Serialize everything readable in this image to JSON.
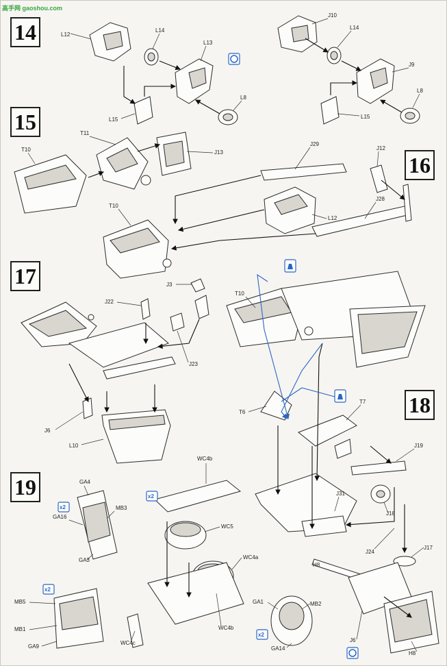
{
  "watermark": "高手网 gaoshou.com",
  "steps": [
    "14",
    "15",
    "16",
    "17",
    "18",
    "19"
  ],
  "labels": {
    "s14": [
      "L12",
      "L14",
      "L13",
      "L8",
      "L15",
      "J10",
      "L14",
      "J9",
      "L8",
      "L15"
    ],
    "s15": [
      "T11",
      "T10",
      "J13",
      "J29",
      "J12",
      "J28",
      "L12",
      "T10"
    ],
    "s17": [
      "J3",
      "J22",
      "J23",
      "J6",
      "L10"
    ],
    "s18": [
      "T10",
      "T6",
      "T7",
      "J19",
      "J31",
      "J18",
      "J24",
      "J17"
    ],
    "s19": [
      "GA4",
      "MB3",
      "GA16",
      "GA3",
      "MB5",
      "MB1",
      "GA9",
      "WC4b",
      "WC5",
      "WC4a",
      "WC4b",
      "WC4c",
      "GA1",
      "MB2",
      "GA14",
      "H8",
      "J6",
      "H8"
    ]
  },
  "multipliers": [
    "x2",
    "x2",
    "x2",
    "x2"
  ],
  "colors": {
    "ink": "#111111",
    "accent": "#2b66c4",
    "paper": "#f6f5f1",
    "watermark": "#3aa641"
  }
}
